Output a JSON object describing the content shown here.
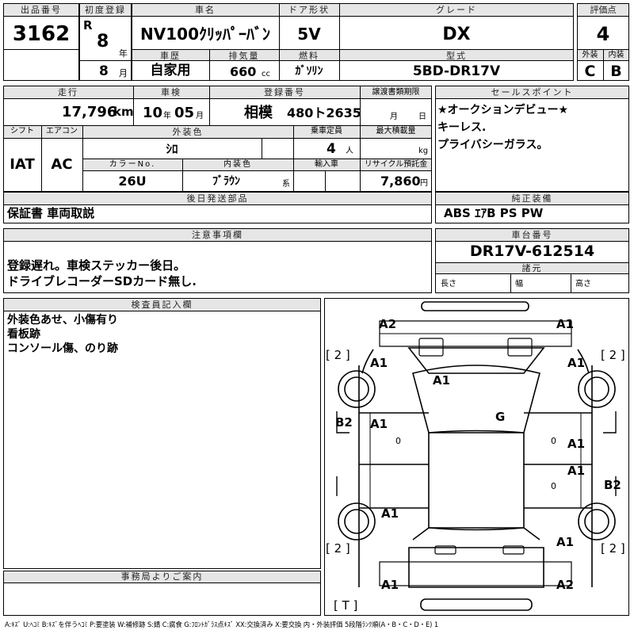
{
  "header": {
    "lot_number_label": "出品番号",
    "lot_number": "3162",
    "first_reg_label": "初度登録",
    "era": "R",
    "reg_year": "8",
    "year_unit": "年",
    "reg_month": "8",
    "month_unit": "月",
    "car_name_label": "車名",
    "car_name": "NV100ｸﾘｯﾊﾟｰﾊﾞﾝ",
    "door_label": "ドア形状",
    "door": "5V",
    "grade_label": "グレード",
    "grade": "DX",
    "score_label": "評価点",
    "score": "4",
    "history_label": "車歴",
    "history": "自家用",
    "displacement_label": "排気量",
    "displacement": "660",
    "displacement_unit": "cc",
    "fuel_label": "燃料",
    "fuel": "ｶﾞｿﾘﾝ",
    "model_label": "型式",
    "model": "5BD-DR17V",
    "exterior_label": "外装",
    "exterior_grade": "C",
    "interior_label": "内装",
    "interior_grade": "B"
  },
  "row2": {
    "mileage_label": "走行",
    "mileage": "17,796",
    "mileage_unit": "km",
    "inspection_label": "車検",
    "inspection_year": "10",
    "inspection_year_unit": "年",
    "inspection_month": "05",
    "inspection_month_unit": "月",
    "plate_label": "登録番号",
    "plate_region": "相模",
    "plate_number": "480ト2635",
    "transfer_label": "譲渡書類期限",
    "transfer_month_unit": "月",
    "transfer_day_unit": "日",
    "sales_label": "セールスポイント",
    "sales_points": [
      "★オークションデビュー★",
      "キーレス.",
      "プライバシーガラス。"
    ]
  },
  "row3": {
    "shift_label": "シフト",
    "shift": "IAT",
    "ac_label": "エアコン",
    "ac": "AC",
    "ext_color_label": "外装色",
    "ext_color": "ｼﾛ",
    "capacity_label": "乗車定員",
    "capacity": "4",
    "capacity_unit": "人",
    "max_load_label": "最大積載量",
    "max_load_unit": "kg",
    "color_no_label": "カラーNo.",
    "color_no": "26U",
    "int_color_label": "内装色",
    "int_color": "ﾌﾞﾗｳﾝ",
    "int_color_suffix": "系",
    "import_label": "輸入車",
    "recycle_label": "リサイクル預託金",
    "recycle": "7,860",
    "recycle_unit": "円"
  },
  "parts": {
    "later_label": "後日発送部品",
    "later": "保証書 車両取説",
    "equip_label": "純正装備",
    "equip": "ABS ｴｱB PS PW"
  },
  "notes": {
    "label": "注意事項欄",
    "lines": [
      "登録遅れ。車検ステッカー後日。",
      "ドライブレコーダーSDカード無し."
    ],
    "chassis_label": "車台番号",
    "chassis": "DR17V-612514",
    "spec_label": "諸元",
    "length_label": "長さ",
    "width_label": "幅",
    "height_label": "高さ"
  },
  "inspector": {
    "label": "検査員記入欄",
    "lines": [
      "外装色あせ、小傷有り",
      "看板跡",
      "コンソール傷、のり跡"
    ]
  },
  "office": {
    "label": "事務局よりご案内"
  },
  "diagram": {
    "marks": {
      "front_left": "A2",
      "front_right": "A1",
      "hood_left": "A1",
      "roof": "A1",
      "hood_right": "A1",
      "glass": "G",
      "left_fender": "B2",
      "left_door": "A1",
      "right_door_front": "A1",
      "right_door_rear": "A1",
      "right_quarter": "B2",
      "left_rear": "A1",
      "right_rear": "A1",
      "rear_left": "A1",
      "rear_right": "A2",
      "tire_fl": "[ 2 ]",
      "tire_fr": "[ 2 ]",
      "tire_rl": "[ 2 ]",
      "tire_rr": "[ 2 ]",
      "spare": "[ T ]",
      "zero_left": "0",
      "zero_right": "0",
      "zero_lower": "0"
    }
  },
  "legend": "A:ｷｽﾞ U:ﾍｺﾐ B:ｷｽﾞを伴うﾍｺﾐ P:要塗装 W:補修跡 S:錆 C:腐食 G:ﾌﾛﾝﾄｶﾞﾗｽ点ｷｽﾞ XX:交換済み X:要交換 内・外装評価 5段階ﾗﾝｸ順(A・B・C・D・E) 1"
}
